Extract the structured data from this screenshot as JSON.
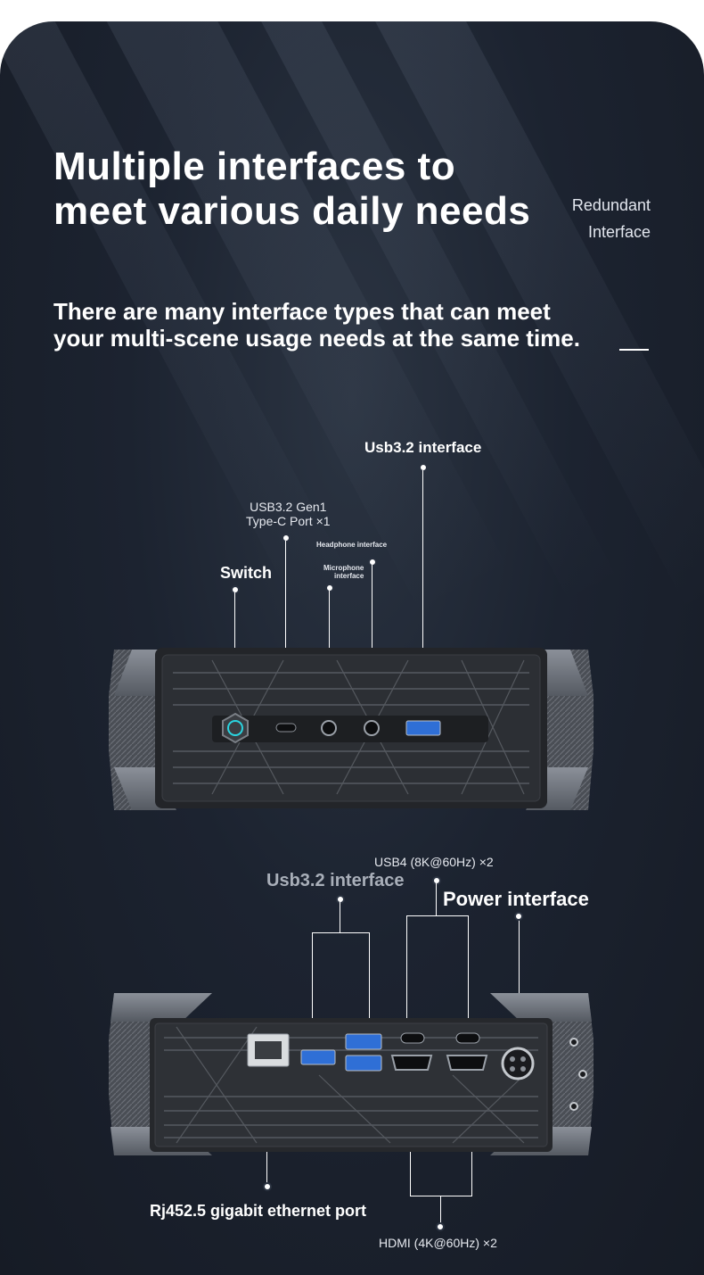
{
  "header": {
    "title_line1": "Multiple interfaces to",
    "title_line2": "meet various daily needs",
    "side_line1": "Redundant",
    "side_line2": "Interface",
    "subtitle_line1": "There are many interface types that can meet",
    "subtitle_line2": "your multi-scene usage needs at the same time."
  },
  "front_panel": {
    "usb32_label": "Usb3.2 interface",
    "typec_line1": "USB3.2 Gen1",
    "typec_line2": "Type-C Port ×1",
    "headphone_label": "Headphone interface",
    "microphone_line1": "Microphone",
    "microphone_line2": "interface",
    "switch_label": "Switch"
  },
  "rear_panel": {
    "usb4_label": "USB4 (8K@60Hz) ×2",
    "usb32_label": "Usb3.2 interface",
    "power_label": "Power interface",
    "rj45_label": "Rj452.5 gigabit ethernet port",
    "hdmi_label": "HDMI (4K@60Hz) ×2"
  },
  "colors": {
    "background": "#1c2330",
    "text": "#ffffff",
    "muted_label": "#a9afb9",
    "accent_cyan": "#2ad4e0",
    "usb_blue": "#2f6fd6"
  }
}
